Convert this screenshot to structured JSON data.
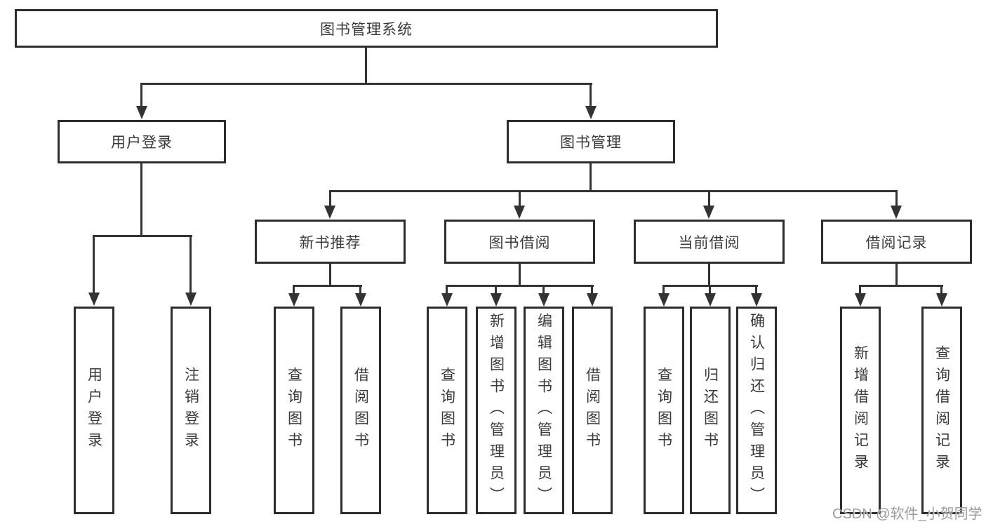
{
  "diagram": {
    "root": {
      "label": "图书管理系统"
    },
    "level2": [
      {
        "id": "user-login",
        "label": "用户登录"
      },
      {
        "id": "book-management",
        "label": "图书管理"
      }
    ],
    "level3": [
      {
        "id": "new-book-recommend",
        "label": "新书推荐"
      },
      {
        "id": "book-borrow",
        "label": "图书借阅"
      },
      {
        "id": "current-borrow",
        "label": "当前借阅"
      },
      {
        "id": "borrow-records",
        "label": "借阅记录"
      }
    ],
    "leaves": [
      {
        "parent": "用户登录",
        "items": [
          "用户登录",
          "注销登录"
        ]
      },
      {
        "parent": "新书推荐",
        "items": [
          "查询图书",
          "借阅图书"
        ]
      },
      {
        "parent": "图书借阅",
        "items": [
          "查询图书",
          "新增图书（管理员）",
          "编辑图书（管理员）",
          "借阅图书"
        ]
      },
      {
        "parent": "当前借阅",
        "items": [
          "查询图书",
          "归还图书",
          "确认归还（管理员）"
        ]
      },
      {
        "parent": "借阅记录",
        "items": [
          "新增借阅记录",
          "查询借阅记录"
        ]
      }
    ],
    "colors": {
      "line": "#333333",
      "box_border": "#2d2d2d",
      "text": "#3a3a3a",
      "background": "#ffffff",
      "watermark": "#9b9b9b"
    }
  },
  "watermark": {
    "text": "CSDN @软件_小贺同学"
  }
}
